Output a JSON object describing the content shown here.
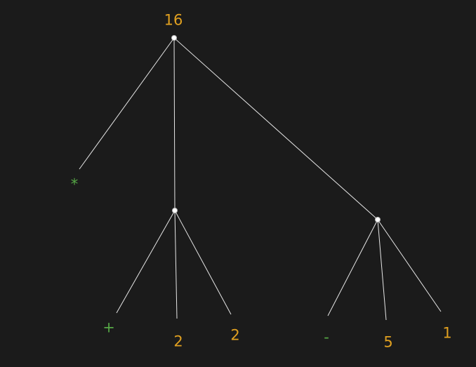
{
  "colors": {
    "background": "#1b1b1b",
    "edge": "#e6e6e6",
    "node": "#ffffff",
    "number": "#e0a020",
    "operator": "#56a846"
  },
  "tree": {
    "root_value": "16",
    "root_op": "*",
    "left_op": "+",
    "left_operand_1": "2",
    "left_operand_2": "2",
    "right_op": "-",
    "right_operand_1": "5",
    "right_operand_2": "1"
  }
}
